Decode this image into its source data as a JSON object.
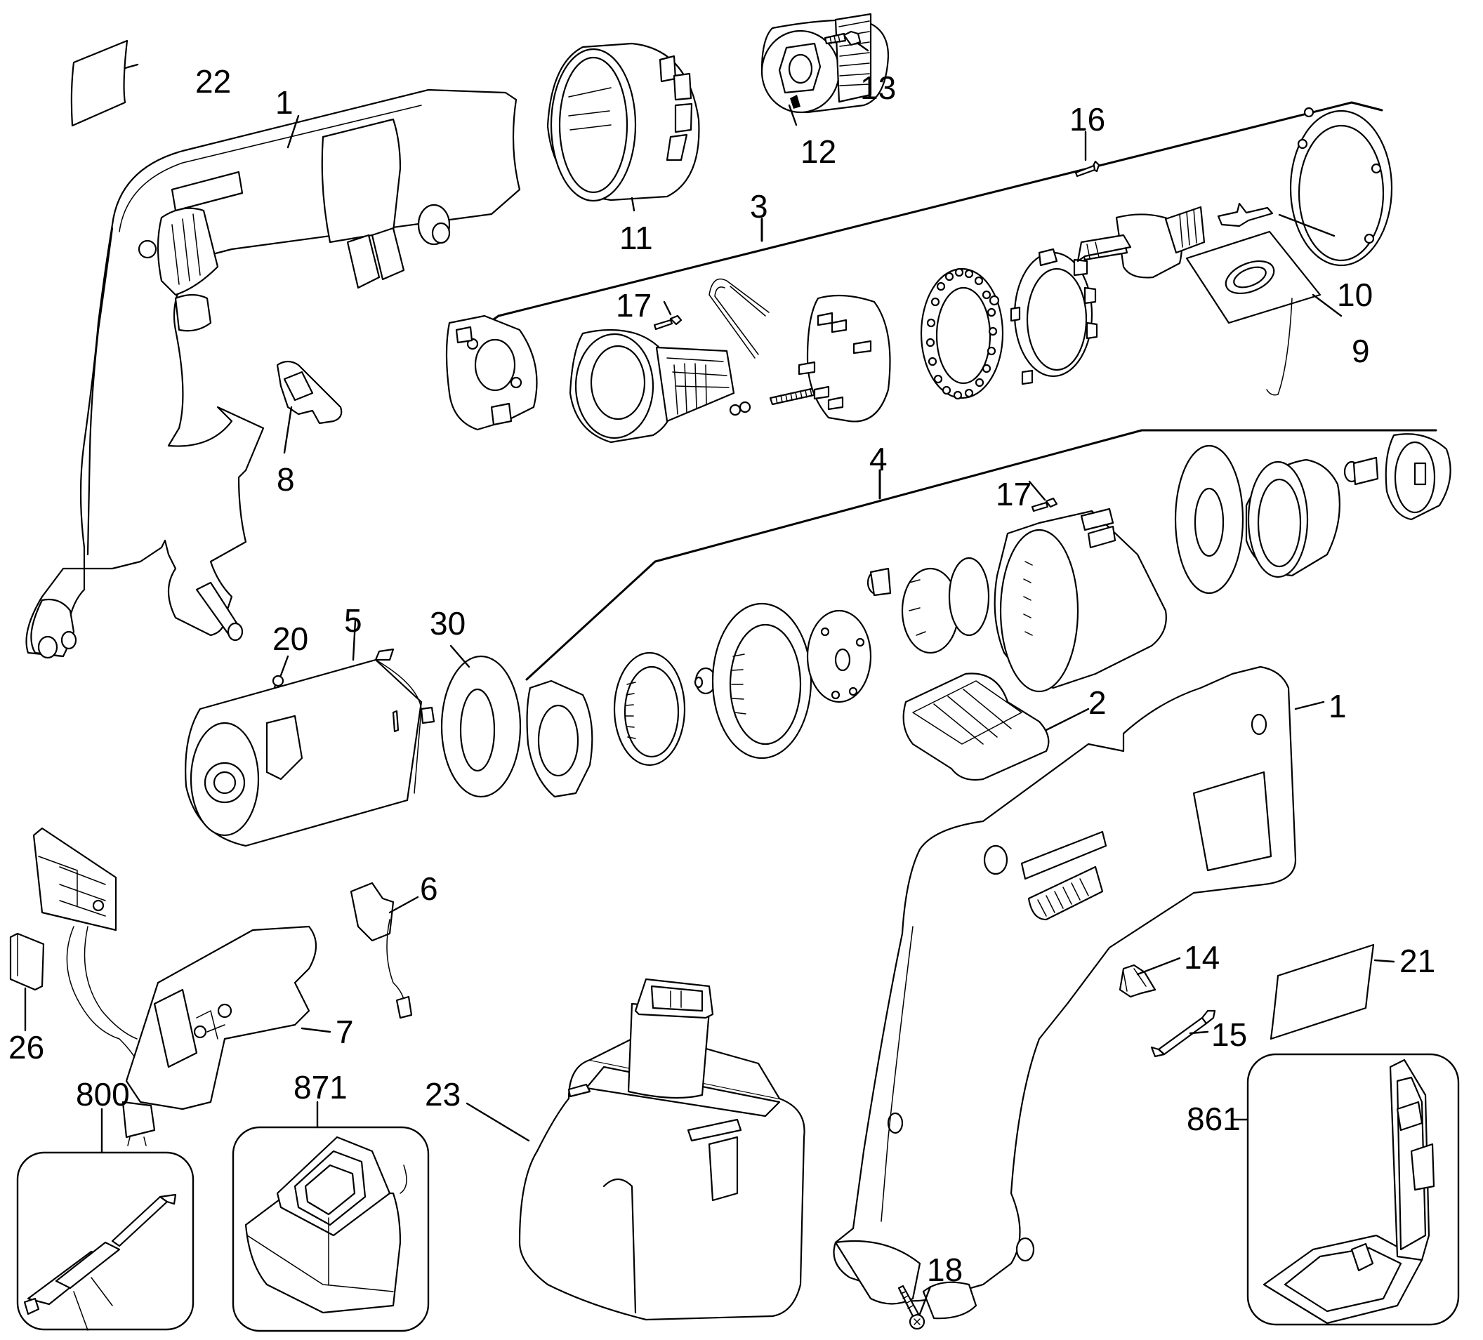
{
  "diagram": {
    "type": "exploded-parts-diagram",
    "subject": "cordless drill/driver",
    "background_color": "#ffffff",
    "line_color": "#000000",
    "callouts": [
      {
        "id": "22",
        "label": "22",
        "part": "label-plate-left"
      },
      {
        "id": "1a",
        "label": "1",
        "part": "housing-half-left"
      },
      {
        "id": "11",
        "label": "11",
        "part": "clutch-collar"
      },
      {
        "id": "12",
        "label": "12",
        "part": "keyless-chuck"
      },
      {
        "id": "13",
        "label": "13",
        "part": "chuck-screw"
      },
      {
        "id": "16",
        "label": "16",
        "part": "screw"
      },
      {
        "id": "3",
        "label": "3",
        "part": "clutch-assembly"
      },
      {
        "id": "17a",
        "label": "17",
        "part": "screw"
      },
      {
        "id": "10",
        "label": "10",
        "part": "spring-clip"
      },
      {
        "id": "9",
        "label": "9",
        "part": "led-plate"
      },
      {
        "id": "8",
        "label": "8",
        "part": "forward-reverse-button"
      },
      {
        "id": "4",
        "label": "4",
        "part": "gearbox-assembly"
      },
      {
        "id": "17b",
        "label": "17",
        "part": "screw"
      },
      {
        "id": "20",
        "label": "20",
        "part": "motor-screw"
      },
      {
        "id": "5",
        "label": "5",
        "part": "motor"
      },
      {
        "id": "30",
        "label": "30",
        "part": "washer"
      },
      {
        "id": "2",
        "label": "2",
        "part": "nameplate"
      },
      {
        "id": "1b",
        "label": "1",
        "part": "housing-half-right"
      },
      {
        "id": "6",
        "label": "6",
        "part": "terminal-lead"
      },
      {
        "id": "26",
        "label": "26",
        "part": "pad"
      },
      {
        "id": "7",
        "label": "7",
        "part": "switch"
      },
      {
        "id": "14",
        "label": "14",
        "part": "bit-holder-clip"
      },
      {
        "id": "21",
        "label": "21",
        "part": "label-plate-right"
      },
      {
        "id": "15",
        "label": "15",
        "part": "screwdriver-bit"
      },
      {
        "id": "23",
        "label": "23",
        "part": "battery-pack"
      },
      {
        "id": "800",
        "label": "800",
        "part": "accessory-bit"
      },
      {
        "id": "871",
        "label": "871",
        "part": "charger"
      },
      {
        "id": "861",
        "label": "861",
        "part": "carrying-case"
      },
      {
        "id": "18",
        "label": "18",
        "part": "housing-screw"
      }
    ]
  }
}
